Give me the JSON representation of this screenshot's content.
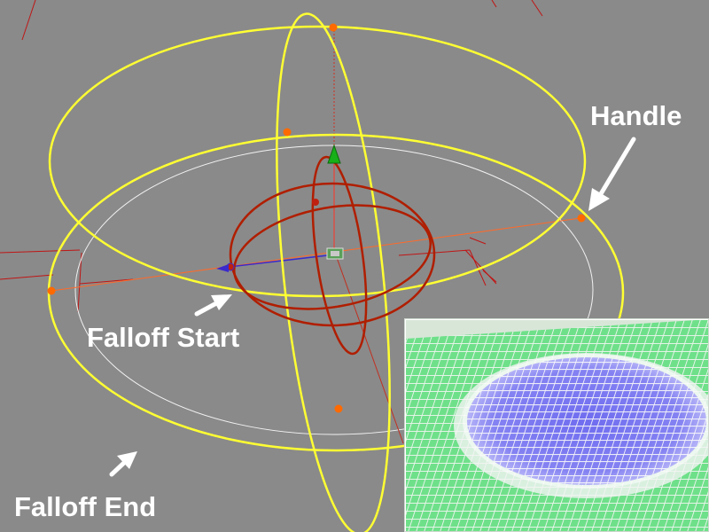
{
  "annotations": {
    "handle": "Handle",
    "falloff_start": "Falloff Start",
    "falloff_end": "Falloff End"
  },
  "colors": {
    "background": "#8a8a8a",
    "falloff_end_gizmo": "#ffff33",
    "falloff_start_gizmo": "#b01e00",
    "handle_point": "#ff6a00",
    "axis_y": "#18b018",
    "axis_x": "#ff6a2a",
    "axis_z": "#3a2acc",
    "label_text": "#ffffff",
    "preview_plane": "#6fe08a",
    "preview_effect": "#6f6cf0"
  },
  "icons": {
    "pointer_arrow": "arrow-icon",
    "axis_handle": "cone-arrow-icon"
  }
}
